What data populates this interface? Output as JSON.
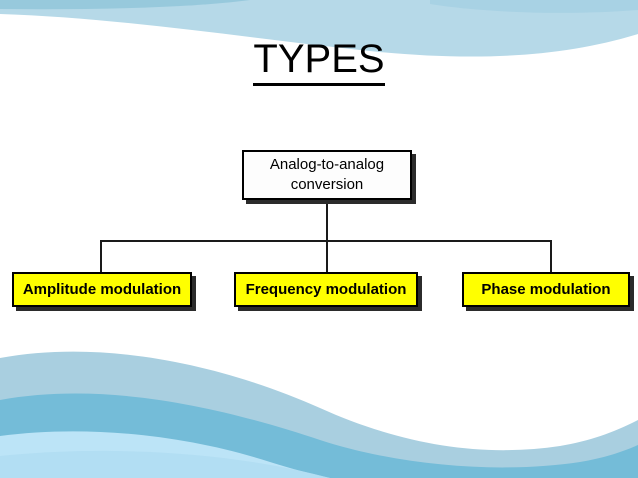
{
  "slide": {
    "title": "TYPES",
    "background_color": "#ffffff"
  },
  "decor": {
    "top_wave_color": "#b6d9e8",
    "top_wave_accent_color": "#7fb8d0",
    "bottom_wave_pale_color": "#a9cfe0",
    "bottom_wave_medium_color": "#74bcd8",
    "bottom_wave_light_color": "#bce4f7"
  },
  "diagram": {
    "type": "tree",
    "root": {
      "label": "Analog-to-analog conversion",
      "line1": "Analog-to-analog",
      "line2": "conversion",
      "fill_color": "#fdfdfd",
      "border_color": "#000000"
    },
    "children": [
      {
        "label": "Amplitude modulation",
        "fill_color": "#ffff00",
        "border_color": "#000000"
      },
      {
        "label": "Frequency modulation",
        "fill_color": "#ffff00",
        "border_color": "#000000"
      },
      {
        "label": "Phase modulation",
        "fill_color": "#ffff00",
        "border_color": "#000000"
      }
    ],
    "connector_color": "#1a1a1a"
  }
}
